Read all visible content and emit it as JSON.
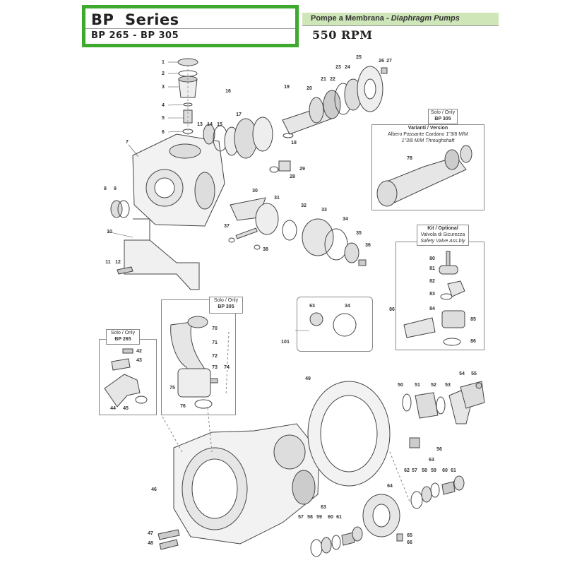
{
  "header": {
    "series_title": "BP  Series",
    "models": "BP 265 - BP 305",
    "product_line": "Pompe a Membrana",
    "product_line_en": "Diaphragm Pumps",
    "rpm": "550 RPM",
    "accent_color": "#3daa2e",
    "banner_color": "#cfe6b9"
  },
  "notes": {
    "bp305_top": {
      "line1": "Solo / Only",
      "line2": "BP 305"
    },
    "bp305_mid": {
      "line1": "Solo / Only",
      "line2": "BP 305"
    },
    "bp265": {
      "line1": "Solo / Only",
      "line2": "BP 265"
    },
    "safety_kit": {
      "line1": "Kit / Optional",
      "line2": "Valvola di Sicurezza",
      "line3": "Safety Valve Ass.bly"
    },
    "variant": {
      "line1": "Varianti / Version",
      "line2": "Albero Passante Cardano 1\"3/8 M/M",
      "line3": "1\"3/8 M/M Throughshaft"
    }
  },
  "part_numbers": [
    "1",
    "2",
    "3",
    "4",
    "5",
    "6",
    "7",
    "8",
    "9",
    "10",
    "11",
    "12",
    "13",
    "14",
    "15",
    "16",
    "17",
    "18",
    "19",
    "20",
    "21",
    "22",
    "23",
    "24",
    "25",
    "26",
    "27",
    "28",
    "29",
    "30",
    "31",
    "32",
    "33",
    "34",
    "35",
    "36",
    "37",
    "38",
    "42",
    "43",
    "44",
    "45",
    "46",
    "47",
    "48",
    "49",
    "50",
    "51",
    "52",
    "53",
    "54",
    "55",
    "56",
    "57",
    "58",
    "59",
    "60",
    "61",
    "62",
    "63",
    "64",
    "65",
    "66",
    "70",
    "71",
    "72",
    "73",
    "74",
    "75",
    "76",
    "78",
    "80",
    "81",
    "82",
    "83",
    "84",
    "85",
    "86",
    "101"
  ],
  "labels": {
    "p1": "1",
    "p2": "2",
    "p3": "3",
    "p4": "4",
    "p5": "5",
    "p6": "6",
    "p7": "7",
    "p8": "8",
    "p9": "9",
    "p10": "10",
    "p11": "11",
    "p12": "12",
    "p13": "13",
    "p14": "14",
    "p15": "15",
    "p16": "16",
    "p17": "17",
    "p18": "18",
    "p19": "19",
    "p20": "20",
    "p21": "21",
    "p22": "22",
    "p23": "23",
    "p24": "24",
    "p25": "25",
    "p26": "26",
    "p27": "27",
    "p28": "28",
    "p29": "29",
    "p30": "30",
    "p31": "31",
    "p32": "32",
    "p33": "33",
    "p34": "34",
    "p35": "35",
    "p36": "36",
    "p37": "37",
    "p38": "38",
    "p42": "42",
    "p43": "43",
    "p44": "44",
    "p45": "45",
    "p46": "46",
    "p47": "47",
    "p48": "48",
    "p49": "49",
    "p50": "50",
    "p51": "51",
    "p52": "52",
    "p53": "53",
    "p54": "54",
    "p55": "55",
    "p56": "56",
    "p57": "57",
    "p58": "58",
    "p59": "59",
    "p60": "60",
    "p61": "61",
    "p62": "62",
    "p63": "63",
    "p64": "64",
    "p65": "65",
    "p66": "66",
    "p70": "70",
    "p71": "71",
    "p72": "72",
    "p73": "73",
    "p74": "74",
    "p75": "75",
    "p76": "76",
    "p78": "78",
    "p80": "80",
    "p81": "81",
    "p82": "82",
    "p83": "83",
    "p84": "84",
    "p85": "85",
    "p86": "86",
    "p101": "101",
    "p34b": "34",
    "p63b": "63",
    "p57b": "57",
    "p58b": "58",
    "p59b": "59",
    "p60b": "60",
    "p61b": "61",
    "p63c": "63",
    "p86b": "86"
  }
}
